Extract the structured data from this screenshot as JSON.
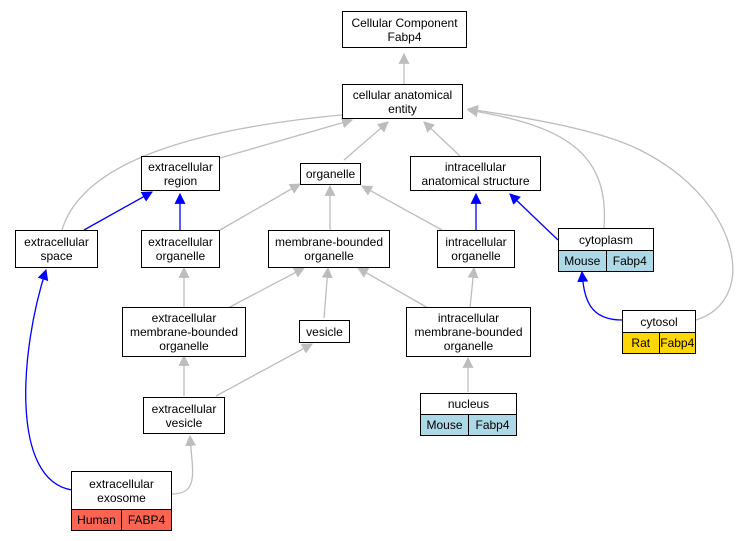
{
  "colors": {
    "gray_edge": "#bdbdbd",
    "blue_edge": "#0000ff",
    "mouse": "#add8e6",
    "rat": "#ffd700",
    "human": "#fa6450"
  },
  "nodes": {
    "cellular_component": {
      "label": "Cellular Component\nFabp4"
    },
    "cellular_anatomical_entity": {
      "label": "cellular anatomical\nentity"
    },
    "extracellular_region": {
      "label": "extracellular\nregion"
    },
    "organelle": {
      "label": "organelle"
    },
    "intracellular_anatomical_structure": {
      "label": "intracellular\nanatomical structure"
    },
    "extracellular_space": {
      "label": "extracellular\nspace"
    },
    "extracellular_organelle": {
      "label": "extracellular\norganelle"
    },
    "membrane_bounded_organelle": {
      "label": "membrane-bounded\norganelle"
    },
    "intracellular_organelle": {
      "label": "intracellular\norganelle"
    },
    "cytoplasm": {
      "label": "cytoplasm",
      "species": "Mouse",
      "gene": "Fabp4"
    },
    "extracellular_mbo": {
      "label": "extracellular\nmembrane-bounded\norganelle"
    },
    "vesicle": {
      "label": "vesicle"
    },
    "intracellular_mbo": {
      "label": "intracellular\nmembrane-bounded\norganelle"
    },
    "cytosol": {
      "label": "cytosol",
      "species": "Rat",
      "gene": "Fabp4"
    },
    "extracellular_vesicle": {
      "label": "extracellular\nvesicle"
    },
    "nucleus": {
      "label": "nucleus",
      "species": "Mouse",
      "gene": "Fabp4"
    },
    "extracellular_exosome": {
      "label": "extracellular\nexosome",
      "species": "Human",
      "gene": "FABP4"
    }
  }
}
